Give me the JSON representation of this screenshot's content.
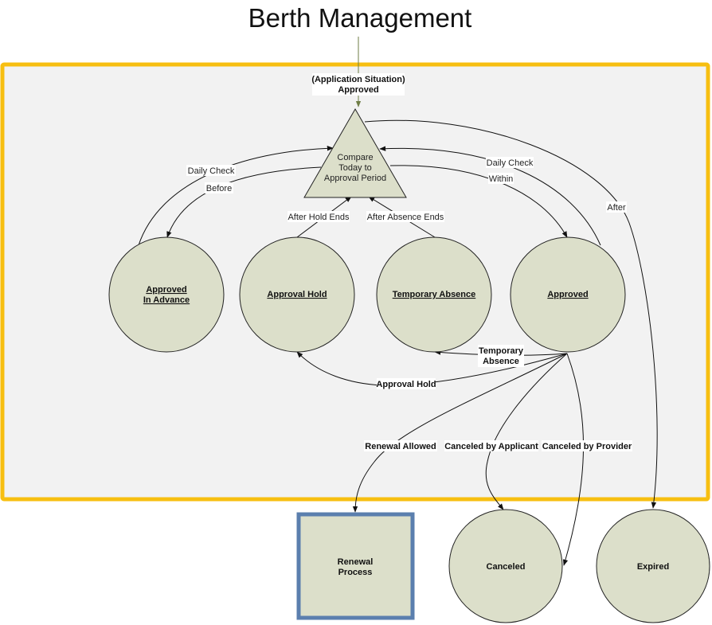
{
  "title": "Berth Management",
  "colors": {
    "container_border": "#f7bf11",
    "container_fill": "#f2f2f2",
    "node_fill": "#dcdfca",
    "renewal_border": "#5b7fae",
    "entry_arrow": "#6f7d45"
  },
  "entry": {
    "line1": "(Application Situation)",
    "line2": "Approved"
  },
  "decision": {
    "lines": [
      "Compare",
      "Today to",
      "Approval Period"
    ]
  },
  "states": {
    "approved_in_advance": {
      "lines": [
        "Approved",
        "In Advance"
      ]
    },
    "approval_hold": {
      "label": "Approval Hold"
    },
    "temporary_absence": {
      "label": "Temporary Absence"
    },
    "approved": {
      "label": "Approved"
    },
    "renewal_process": {
      "lines": [
        "Renewal",
        "Process"
      ]
    },
    "canceled": {
      "label": "Canceled"
    },
    "expired": {
      "label": "Expired"
    }
  },
  "transitions": {
    "daily_check_left": "Daily Check",
    "before": "Before",
    "after_hold_ends": "After Hold Ends",
    "after_absence_ends": "After Absence Ends",
    "daily_check_right": "Daily Check",
    "within": "Within",
    "after": "After",
    "temporary_absence": [
      "Temporary",
      "Absence"
    ],
    "approval_hold": "Approval Hold",
    "renewal_allowed": "Renewal Allowed",
    "canceled_by_applicant": "Canceled by Applicant",
    "canceled_by_provider": "Canceled by Provider"
  }
}
